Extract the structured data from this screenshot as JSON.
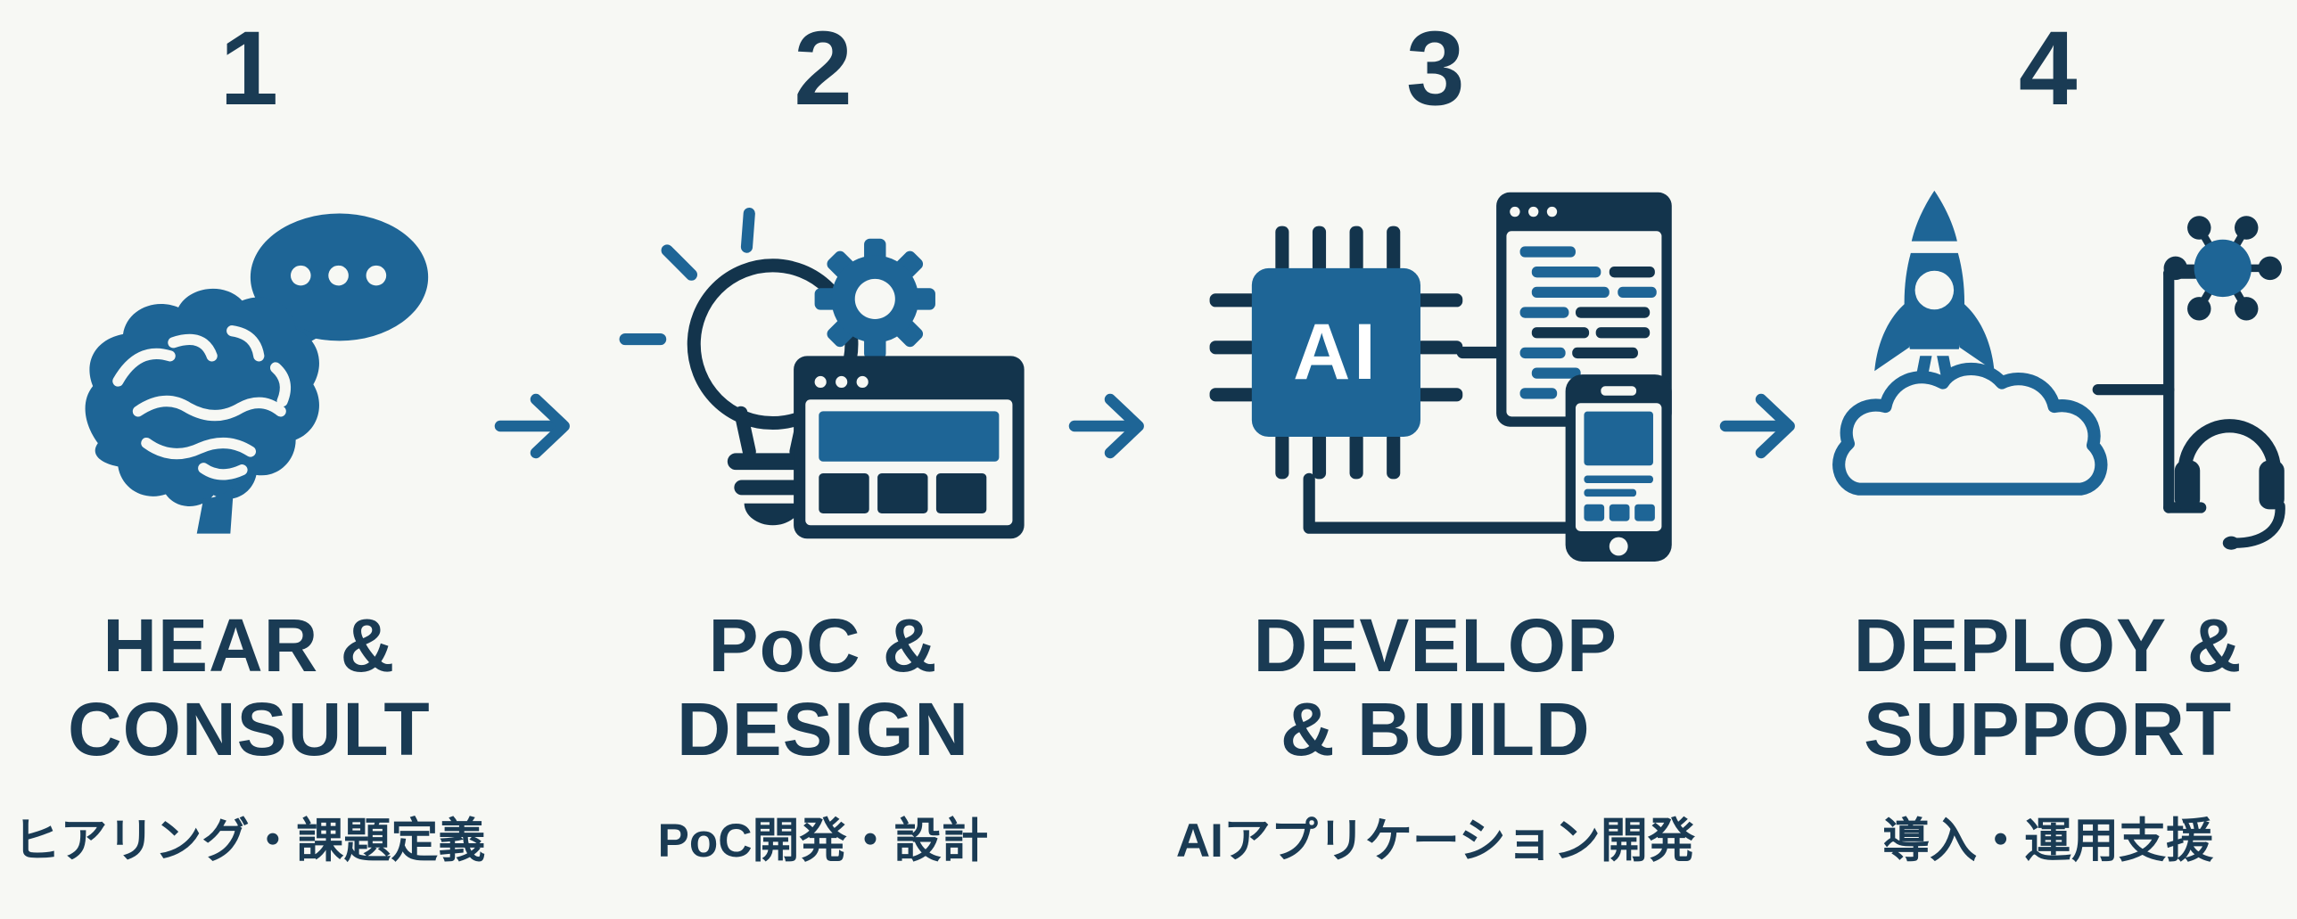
{
  "colors": {
    "accent_blue": "#1e6596",
    "dark_navy": "#13344c",
    "text_navy": "#1a3b54",
    "background": "#f7f8f4"
  },
  "connector": "arrow-right",
  "steps": [
    {
      "number": "1",
      "title_line1": "HEAR &",
      "title_line2": "CONSULT",
      "subtitle": "ヒアリング・課題定義",
      "icons": [
        "brain-icon",
        "speech-bubble-icon"
      ]
    },
    {
      "number": "2",
      "title_line1": "PoC &",
      "title_line2": "DESIGN",
      "subtitle": "PoC開発・設計",
      "icons": [
        "lightbulb-icon",
        "gear-icon",
        "browser-window-icon"
      ]
    },
    {
      "number": "3",
      "title_line1": "DEVELOP",
      "title_line2": "& BUILD",
      "subtitle": "AIアプリケーション開発",
      "chip_label": "AI",
      "icons": [
        "ai-chip-icon",
        "code-window-icon",
        "smartphone-icon"
      ]
    },
    {
      "number": "4",
      "title_line1": "DEPLOY &",
      "title_line2": "SUPPORT",
      "subtitle": "導入・運用支援",
      "icons": [
        "rocket-icon",
        "cloud-icon",
        "network-icon",
        "headset-icon"
      ]
    }
  ]
}
